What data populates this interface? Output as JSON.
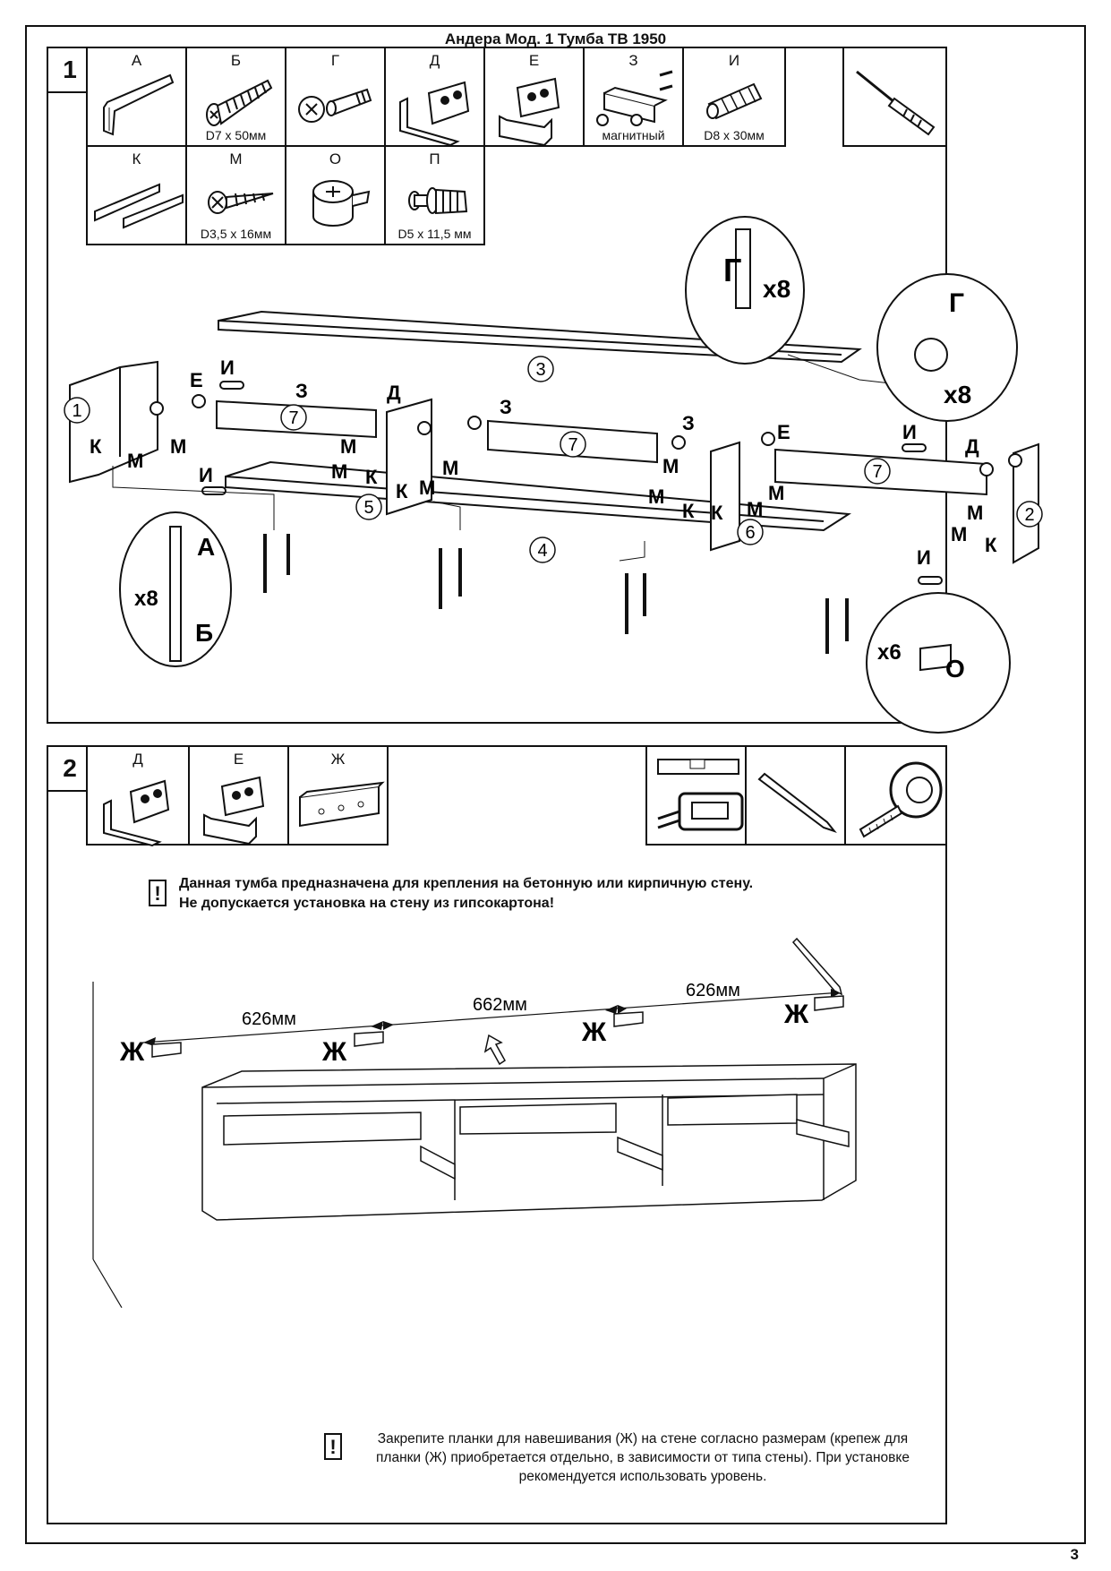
{
  "title": "Андера Мод. 1 Тумба ТВ 1950",
  "page_number": "3",
  "step1": {
    "number": "1",
    "parts": [
      {
        "letter": "А",
        "caption": "",
        "icon": "hex-key-icon"
      },
      {
        "letter": "Б",
        "caption": "D7 x 50мм",
        "icon": "confirmat-screw-icon"
      },
      {
        "letter": "Г",
        "caption": "",
        "icon": "cam-lock-bolt-icon"
      },
      {
        "letter": "Д",
        "caption": "",
        "icon": "wall-hanger-left-icon"
      },
      {
        "letter": "Е",
        "caption": "",
        "icon": "wall-hanger-right-icon"
      },
      {
        "letter": "З",
        "caption": "магнитный",
        "icon": "magnetic-latch-icon"
      },
      {
        "letter": "И",
        "caption": "D8 x 30мм",
        "icon": "wood-dowel-icon"
      },
      {
        "letter": "К",
        "caption": "",
        "icon": "drawer-runner-icon"
      },
      {
        "letter": "М",
        "caption": "D3,5 x 16мм",
        "icon": "wood-screw-icon"
      },
      {
        "letter": "О",
        "caption": "",
        "icon": "cam-lock-icon"
      },
      {
        "letter": "П",
        "caption": "D5 x 11,5 мм",
        "icon": "cam-pin-icon"
      }
    ],
    "tool": "screwdriver-icon",
    "callouts": {
      "g_top": {
        "letter": "Г",
        "count": "x8"
      },
      "g_right": {
        "letter": "Г",
        "count": "x8"
      },
      "a_b": {
        "letter_a": "А",
        "letter_b": "Б",
        "count": "x8"
      },
      "o": {
        "letter": "О",
        "count": "x6"
      }
    },
    "panel_numbers": [
      "1",
      "2",
      "3",
      "4",
      "5",
      "6",
      "7",
      "7",
      "7"
    ],
    "labels": {
      "k": "К",
      "m": "М",
      "i": "И",
      "e": "Е",
      "d": "Д",
      "z": "З"
    }
  },
  "step2": {
    "number": "2",
    "parts": [
      {
        "letter": "Д",
        "icon": "wall-hanger-left-icon"
      },
      {
        "letter": "Е",
        "icon": "wall-hanger-right-icon"
      },
      {
        "letter": "Ж",
        "icon": "mounting-rail-icon"
      }
    ],
    "tools": [
      "spirit-level-icon",
      "pencil-icon",
      "tape-measure-icon"
    ],
    "warning_1": "Данная тумба предназначена для крепления на бетонную или кирпичную стену.",
    "warning_2": "Не допускается установка на стену из гипсокартона!",
    "dimensions": [
      "626мм",
      "662мм",
      "626мм"
    ],
    "rail_label": "Ж",
    "note_line1": "Закрепите планки для навешивания (Ж) на стене согласно размерам (крепеж для",
    "note_line2": "планки (Ж) приобретается отдельно, в зависимости от типа стены). При установке",
    "note_line3": "рекомендуется использовать уровень."
  }
}
